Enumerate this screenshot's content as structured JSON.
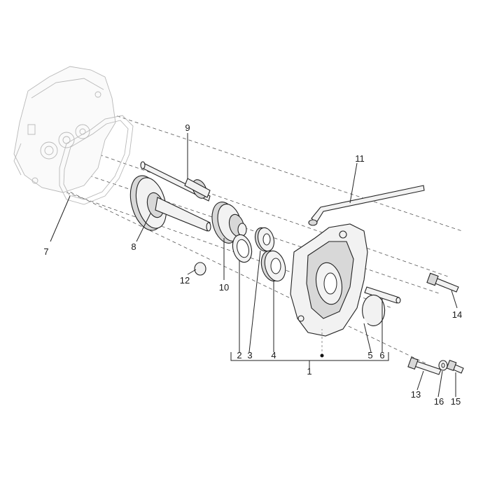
{
  "callouts": {
    "c1": "1",
    "c2": "2",
    "c3": "3",
    "c4": "4",
    "c5": "5",
    "c6": "6",
    "c7": "7",
    "c8": "8",
    "c9": "9",
    "c10": "10",
    "c11": "11",
    "c12": "12",
    "c13": "13",
    "c14": "14",
    "c15": "15",
    "c16": "16"
  },
  "colors": {
    "line": "#222222",
    "ghost": "#b8b8b8",
    "fill": "#f2f2f2"
  }
}
